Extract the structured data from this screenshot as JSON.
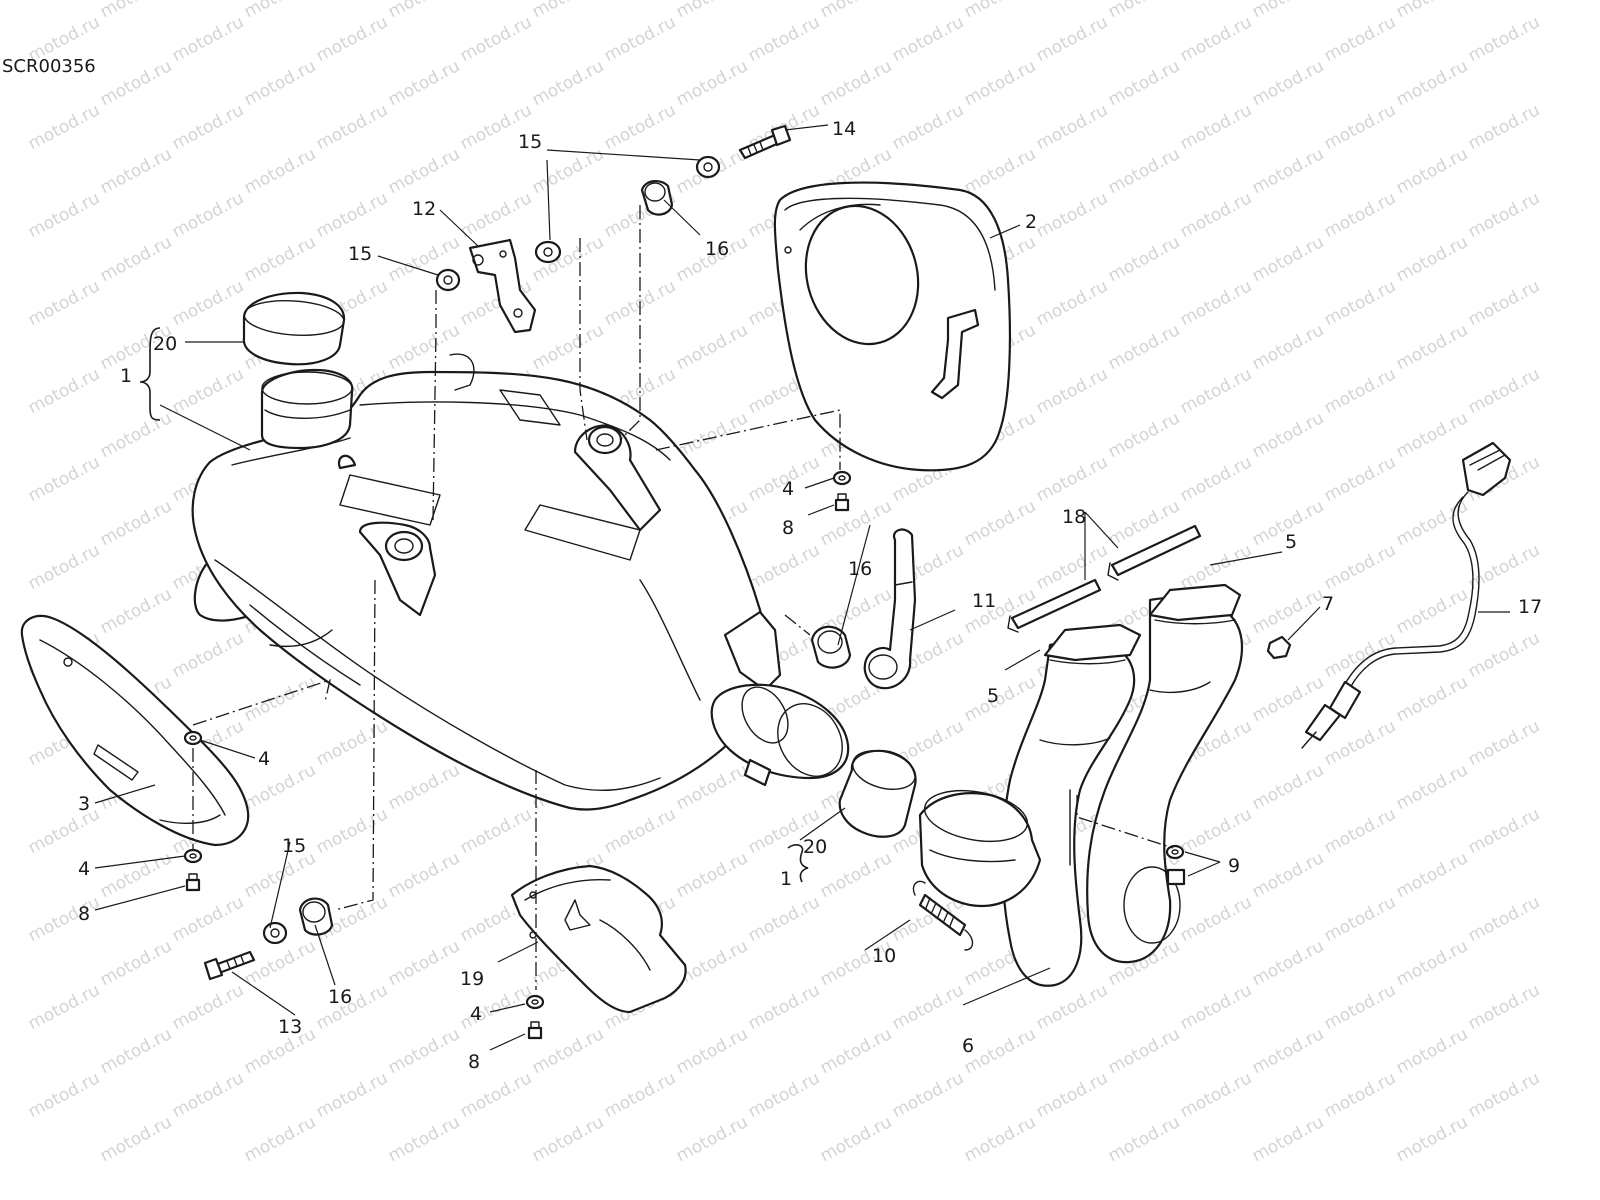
{
  "drawing_code": "SCR00356",
  "watermark": "motod.ru",
  "callouts": [
    {
      "id": "c1a",
      "label": "1"
    },
    {
      "id": "c1b",
      "label": "1"
    },
    {
      "id": "c2",
      "label": "2"
    },
    {
      "id": "c3",
      "label": "3"
    },
    {
      "id": "c4a",
      "label": "4"
    },
    {
      "id": "c4b",
      "label": "4"
    },
    {
      "id": "c4c",
      "label": "4"
    },
    {
      "id": "c4d",
      "label": "4"
    },
    {
      "id": "c5a",
      "label": "5"
    },
    {
      "id": "c5b",
      "label": "5"
    },
    {
      "id": "c6",
      "label": "6"
    },
    {
      "id": "c7",
      "label": "7"
    },
    {
      "id": "c8a",
      "label": "8"
    },
    {
      "id": "c8b",
      "label": "8"
    },
    {
      "id": "c8c",
      "label": "8"
    },
    {
      "id": "c9",
      "label": "9"
    },
    {
      "id": "c10",
      "label": "10"
    },
    {
      "id": "c11",
      "label": "11"
    },
    {
      "id": "c12",
      "label": "12"
    },
    {
      "id": "c13",
      "label": "13"
    },
    {
      "id": "c14",
      "label": "14"
    },
    {
      "id": "c15a",
      "label": "15"
    },
    {
      "id": "c15b",
      "label": "15"
    },
    {
      "id": "c15c",
      "label": "15"
    },
    {
      "id": "c16a",
      "label": "16"
    },
    {
      "id": "c16b",
      "label": "16"
    },
    {
      "id": "c16c",
      "label": "16"
    },
    {
      "id": "c17",
      "label": "17"
    },
    {
      "id": "c18",
      "label": "18"
    },
    {
      "id": "c19",
      "label": "19"
    },
    {
      "id": "c20a",
      "label": "20"
    },
    {
      "id": "c20b",
      "label": "20"
    }
  ]
}
